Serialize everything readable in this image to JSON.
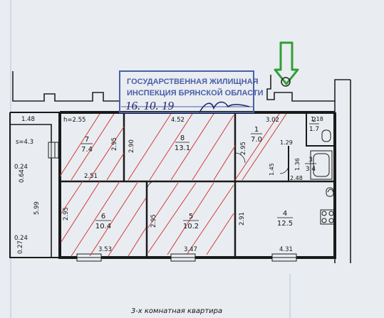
{
  "stamp": {
    "line1": "ГОСУДАРСТВЕННАЯ ЖИЛИЩНАЯ",
    "line2": "ИНСПЕКЦИЯ БРЯНСКОЙ ОБЛАСТИ",
    "handwritten_date": "16. 10. 19"
  },
  "arrow_color": "#2f9e37",
  "stamp_color": "#4a5fa8",
  "rooms": [
    {
      "number": "7",
      "area": "7.4"
    },
    {
      "number": "8",
      "area": "13.1"
    },
    {
      "number": "1",
      "area": "7.0"
    },
    {
      "number": "2",
      "area": "1.7"
    },
    {
      "number": "3",
      "area": "3.4"
    },
    {
      "number": "6",
      "area": "10.4"
    },
    {
      "number": "5",
      "area": "10.2"
    },
    {
      "number": "4",
      "area": "12.5"
    }
  ],
  "dimensions": {
    "d148": "1.48",
    "h255": "h=2.55",
    "d452": "4.52",
    "d302": "3.02",
    "d118": "1.18",
    "s43": "s=4.3",
    "d024a": "0.24",
    "d064": "0.64",
    "d599": "5.99",
    "d024b": "0.24",
    "d027": "0.27",
    "d295a": "2.95",
    "d290": "2.90",
    "d295b": "2.95",
    "d251": "2.51",
    "d129": "1.29",
    "d136": "1.36",
    "d145": "1.45",
    "d248": "2.48",
    "d295c": "2.95",
    "d295d": "2.95",
    "d291": "2.91",
    "d353": "3.53",
    "d347": "3.47",
    "d431": "4.31"
  },
  "caption": "3-х комнатная квартира"
}
